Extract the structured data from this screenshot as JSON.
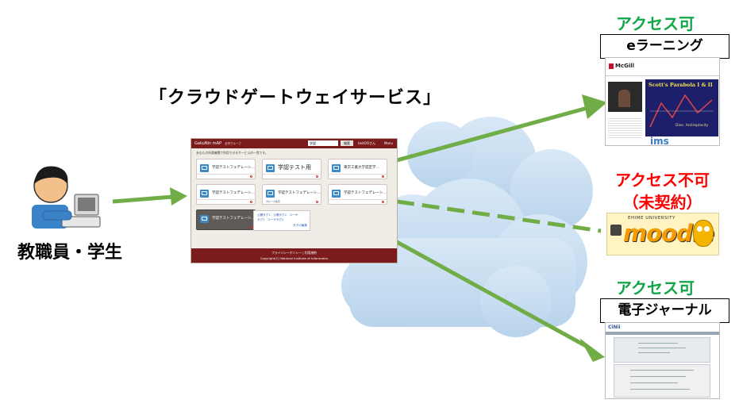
{
  "user": {
    "label": "教職員・学生"
  },
  "gateway": {
    "title": "「クラウドゲートウェイサービス」",
    "app": {
      "logo": "GakuNin mAP",
      "group": "全学グループ",
      "search_value": "学認",
      "search_button": "検索",
      "user": "testOOさん",
      "menu": "Menu",
      "intro": "あなたの所属機関で利用できるサービスの一覧です。",
      "tiles": [
        "学認テストフェデレーシ…",
        "学認テスト用",
        "東京工業大学認定学…",
        "学認テストフェデレーシ…",
        "学認テストフェデレーシ…",
        "学認テストフェデレーシ…",
        "学認テストフェデレーシ…"
      ],
      "tile_sub": "グループ表示",
      "popup": {
        "line1": "公開タグ1　公開タグ2　ユーザ",
        "line2": "タグ1　ユーザタグ2",
        "line3": "タグの編集"
      },
      "footer1": "プライバシーポリシー | 利用規約",
      "footer2": "Copyright(C) National Institute of Informatics"
    }
  },
  "services": [
    {
      "status": "アクセス可",
      "name": "eラーニング",
      "status_color": "#12a64a",
      "shot": {
        "logo": "McGill",
        "slide_title": "Scott's Parabola  I & II",
        "slide_text": "Dise. Antireplacity",
        "brand": "ims"
      }
    },
    {
      "status": "アクセス不可",
      "note": "（未契約）",
      "status_color": "#ff0000",
      "shot": {
        "uni": "EHIME UNIVERSITY",
        "logo": "moodle"
      }
    },
    {
      "status": "アクセス可",
      "name": "電子ジャーナル",
      "status_color": "#12a64a",
      "shot": {
        "logo": "CiNii"
      }
    }
  ],
  "colors": {
    "arrow": "#70ad47",
    "cloud": "#bdd7ee",
    "header": "#7b1b1b"
  }
}
